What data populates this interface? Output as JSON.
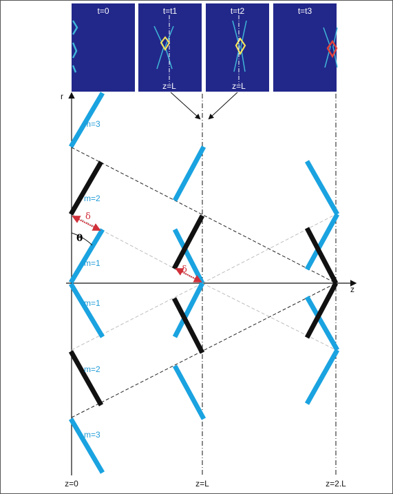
{
  "panels": [
    {
      "time_label": "t=0",
      "z_label": ""
    },
    {
      "time_label": "t=t1",
      "z_label": "z=L"
    },
    {
      "time_label": "t=t2",
      "z_label": "z=L"
    },
    {
      "time_label": "t=t3",
      "z_label": ""
    }
  ],
  "axes": {
    "r_label": "r",
    "z_label": "z"
  },
  "z_positions": {
    "z0": "z=0",
    "zL": "z=L",
    "z2L": "z=2.L"
  },
  "modes": {
    "upper": [
      "m=3",
      "m=2",
      "m=1"
    ],
    "lower": [
      "m=1",
      "m=2",
      "m=3"
    ]
  },
  "symbols": {
    "delta": "δ",
    "theta": "θ"
  },
  "colors": {
    "segment_blue": "#1aa3e0",
    "segment_black": "#111111",
    "panel_bg": "#22288a",
    "delta_arrow": "#d0303a"
  }
}
